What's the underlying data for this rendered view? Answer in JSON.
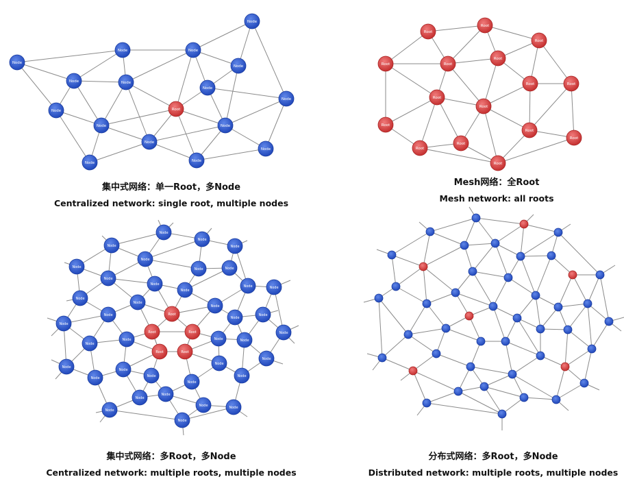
{
  "labels": {
    "node": "Node",
    "root": "Root"
  },
  "colors": {
    "node": "#2450c8",
    "root": "#d33a3a",
    "edge": "#8a8a8a"
  },
  "panels": {
    "centralized_single": {
      "caption_zh": "集中式网络：单一Root，多Node",
      "caption_en": "Centralized network: single root, multiple nodes"
    },
    "mesh": {
      "caption_zh": "Mesh网络：全Root",
      "caption_en": "Mesh network: all roots"
    },
    "centralized_multi": {
      "caption_zh": "集中式网络：多Root，多Node",
      "caption_en": "Centralized network: multiple roots, multiple nodes"
    },
    "distributed": {
      "caption_zh": "分布式网络：多Root，多Node",
      "caption_en": "Distributed network: multiple roots, multiple nodes"
    }
  }
}
